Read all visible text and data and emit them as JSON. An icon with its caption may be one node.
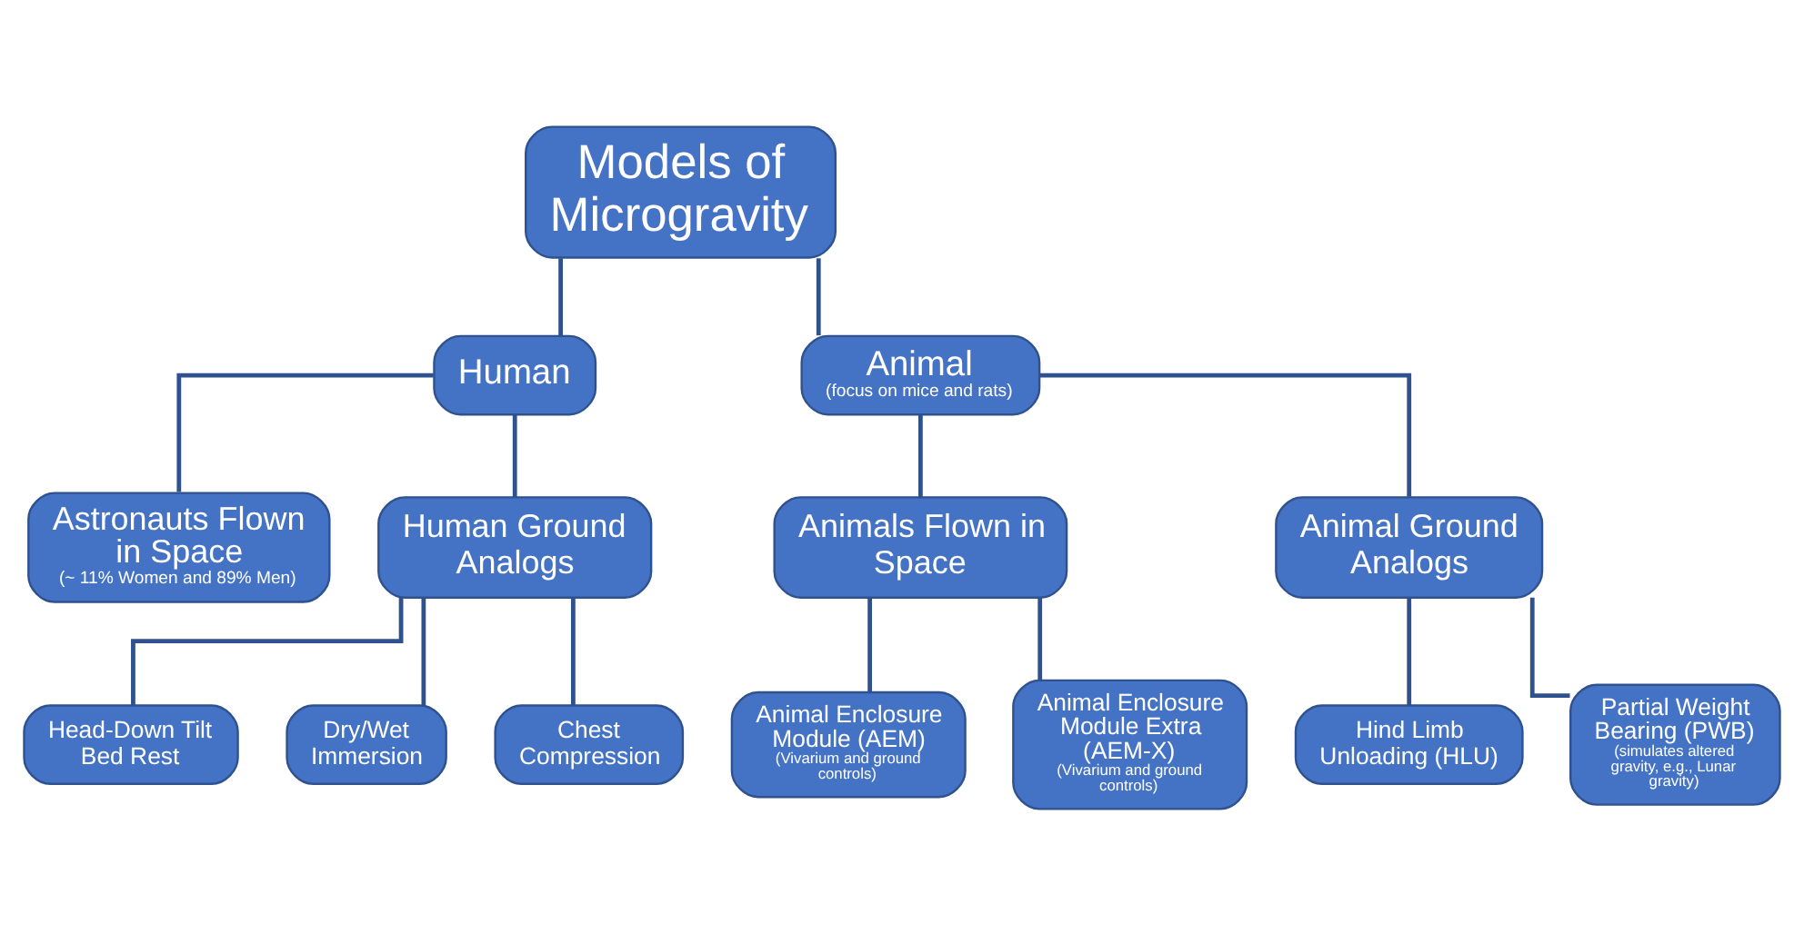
{
  "diagram": {
    "nodes": [
      {
        "text": [
          "Models of Microgravity"
        ]
      },
      {
        "text": [
          "Human"
        ]
      },
      {
        "text": [
          "Animal",
          "(focus on mice and rats)"
        ]
      },
      {
        "text": [
          "Astronauts Flown in Space",
          "(~ 11% Women and 89% Men)"
        ]
      },
      {
        "text": [
          "Human Ground Analogs"
        ]
      },
      {
        "text": [
          "Animals Flown in Space"
        ]
      },
      {
        "text": [
          "Animal Ground Analogs"
        ]
      },
      {
        "text": [
          "Head-Down Tilt Bed Rest"
        ]
      },
      {
        "text": [
          "Dry/Wet Immersion"
        ]
      },
      {
        "text": [
          "Chest Compression"
        ]
      },
      {
        "text": [
          "Animal Enclosure Module (AEM)",
          "(Vivarium and ground controls)"
        ]
      },
      {
        "text": [
          "Animal Enclosure Module Extra (AEM-X)",
          "(Vivarium and ground controls)"
        ]
      },
      {
        "text": [
          "Hind Limb Unloading (HLU)"
        ]
      },
      {
        "text": [
          "Partial Weight Bearing (PWB)",
          "(simulates altered gravity, e.g., Lunar gravity)"
        ]
      }
    ],
    "edges": [
      {
        "from": 0,
        "to": 1,
        "arrow": "none"
      },
      {
        "from": 0,
        "to": 2,
        "arrow": "none"
      },
      {
        "from": 1,
        "to": 3,
        "arrow": "none"
      },
      {
        "from": 1,
        "to": 4,
        "arrow": "none"
      },
      {
        "from": 2,
        "to": 5,
        "arrow": "none"
      },
      {
        "from": 2,
        "to": 6,
        "arrow": "none"
      },
      {
        "from": 4,
        "to": 7,
        "arrow": "none"
      },
      {
        "from": 4,
        "to": 8,
        "arrow": "none"
      },
      {
        "from": 4,
        "to": 9,
        "arrow": "none"
      },
      {
        "from": 5,
        "to": 10,
        "arrow": "none"
      },
      {
        "from": 5,
        "to": 11,
        "arrow": "none"
      },
      {
        "from": 6,
        "to": 12,
        "arrow": "none"
      },
      {
        "from": 6,
        "to": 13,
        "arrow": "none"
      }
    ]
  }
}
